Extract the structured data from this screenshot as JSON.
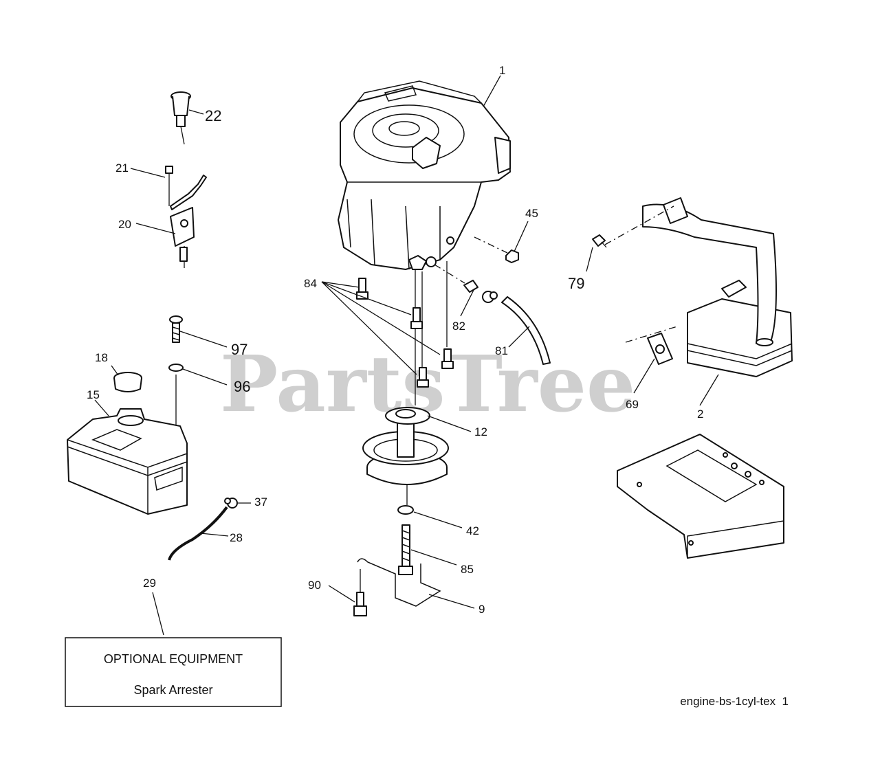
{
  "watermark": "PartsTree",
  "optional_box": {
    "line1": "OPTIONAL EQUIPMENT",
    "line2": "Spark Arrester"
  },
  "footer_code": "engine-bs-1cyl-tex  1",
  "callouts": {
    "c1": "1",
    "c2": "2",
    "c9": "9",
    "c12": "12",
    "c15": "15",
    "c18": "18",
    "c20": "20",
    "c21": "21",
    "c22": "22",
    "c28": "28",
    "c29": "29",
    "c37": "37",
    "c42": "42",
    "c45": "45",
    "c69": "69",
    "c79": "79",
    "c81": "81",
    "c82": "82",
    "c84": "84",
    "c85": "85",
    "c90": "90",
    "c96": "96",
    "c97": "97"
  }
}
